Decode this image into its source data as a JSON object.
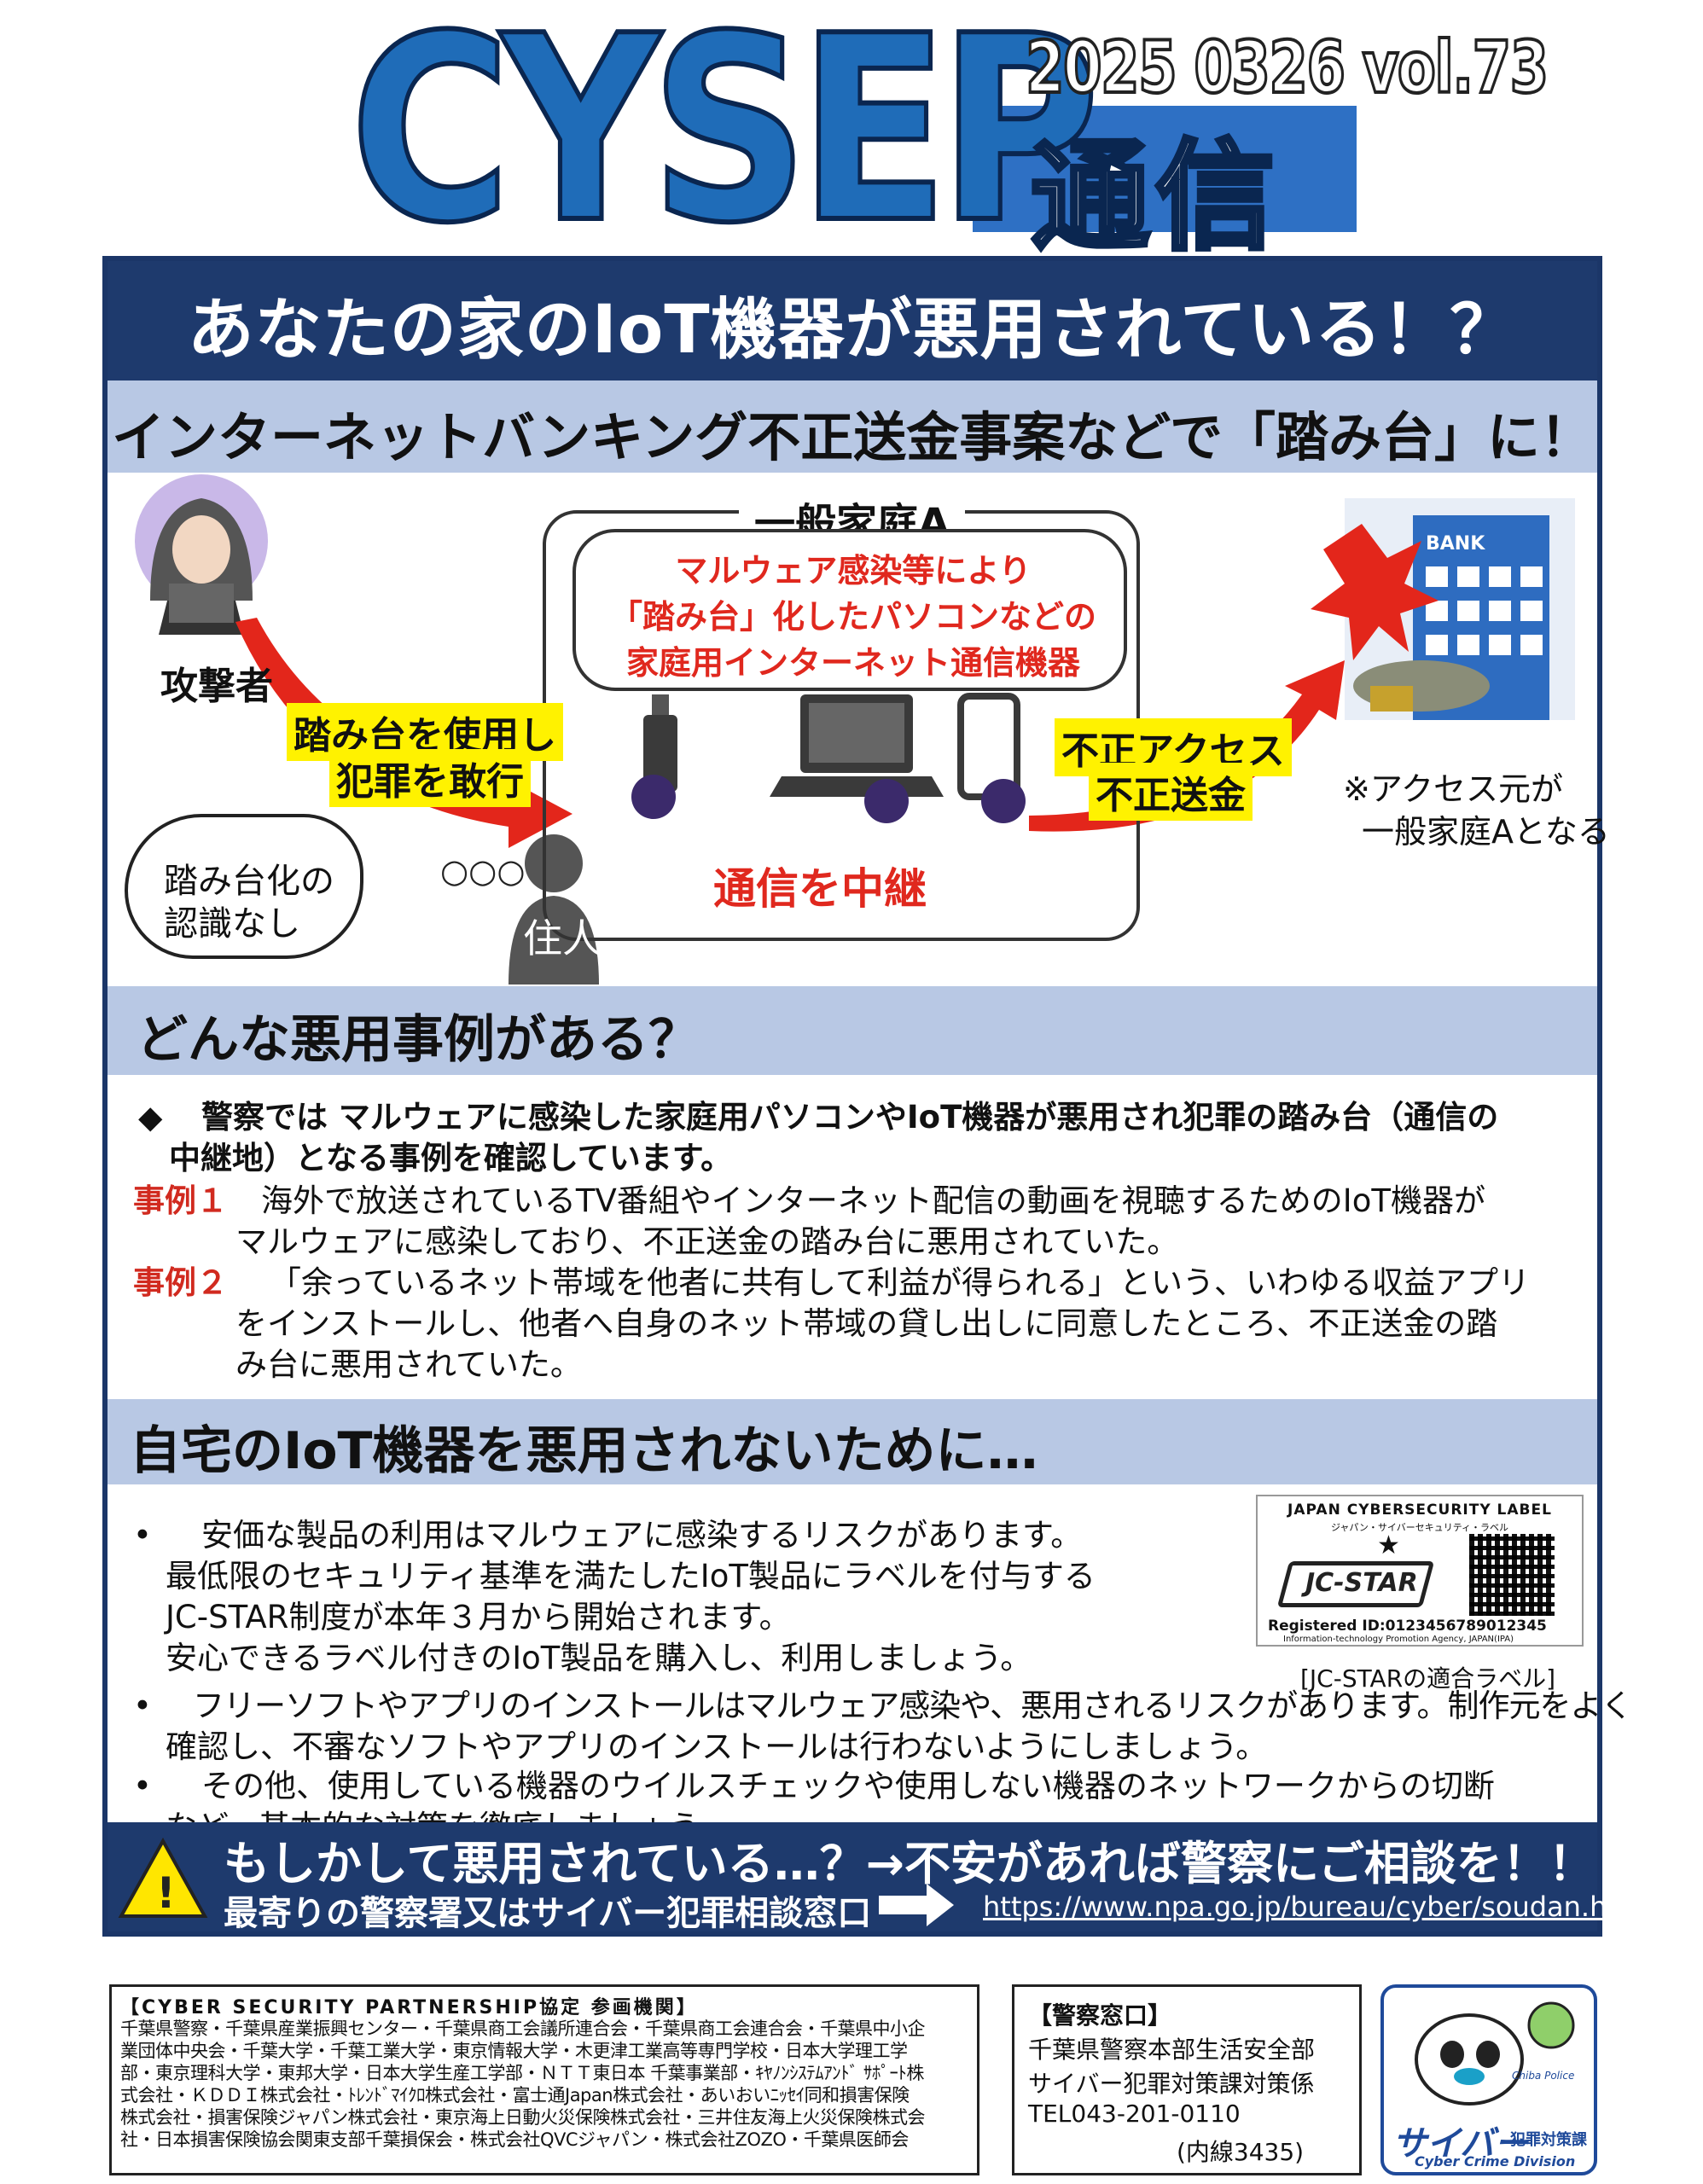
{
  "header": {
    "logo": "CYSEP",
    "issue": "2025 0326 vol.73",
    "tsushin": "通信"
  },
  "title": {
    "main": "あなたの家のIoT機器が悪用されている！？",
    "sub": "インターネットバンキング不正送金事案などで「踏み台」に！"
  },
  "diagram": {
    "home_label": "一般家庭A",
    "speech_lines": [
      "マルウェア感染等により",
      "「踏み台」化したパソコンなどの",
      "家庭用インターネット通信機器"
    ],
    "attacker": "攻撃者",
    "attack_1": "踏み台を使用し",
    "attack_2": "犯罪を敢行",
    "relay": "通信を中継",
    "unauth_1": "不正アクセス",
    "unauth_2": "不正送金",
    "bank": "BANK",
    "access_note_1": "※アクセス元が",
    "access_note_2": "一般家庭Aとなる",
    "thought_1": "踏み台化の",
    "thought_2": "認識なし",
    "thought_dots": "○○○",
    "resident": "住人"
  },
  "section2": {
    "title": "どんな悪用事例がある？",
    "bullet": "◆",
    "intro_1": "警察では マルウェアに感染した家庭用パソコンやIoT機器が悪用され犯罪の踏み台（通信の",
    "intro_2": "中継地）となる事例を確認しています。",
    "case1_label": "事例１",
    "case1_1": "海外で放送されているTV番組やインターネット配信の動画を視聴するためのIoT機器が",
    "case1_2": "マルウェアに感染しており、不正送金の踏み台に悪用されていた。",
    "case2_label": "事例２",
    "case2_1": "「余っているネット帯域を他者に共有して利益が得られる」という、いわゆる収益アプリ",
    "case2_2": "をインストールし、他者へ自身のネット帯域の貸し出しに同意したところ、不正送金の踏",
    "case2_3": "み台に悪用されていた。"
  },
  "section3": {
    "title": "自宅のIoT機器を悪用されないために…",
    "bullet": "•",
    "item1": [
      "安価な製品の利用はマルウェアに感染するリスクがあります。",
      "最低限のセキュリティ基準を満たしたIoT製品にラベルを付与する",
      "JC-STAR制度が本年３月から開始されます。",
      "安心できるラベル付きのIoT製品を購入し、利用しましょう。"
    ],
    "item2": [
      "フリーソフトやアプリのインストールはマルウェア感染や、悪用されるリスクがあります。制作元をよく",
      "確認し、不審なソフトやアプリのインストールは行わないようにしましょう。"
    ],
    "item3": [
      "その他、使用している機器のウイルスチェックや使用しない機器のネットワークからの切断",
      "など、基本的な対策を徹底しましょう。"
    ]
  },
  "jc_star": {
    "header": "JAPAN CYBERSECURITY LABEL",
    "header_kana": "ジャパン・サイバーセキュリティ・ラベル",
    "star": "★",
    "logo": "JC-STAR",
    "reg_id": "Registered ID:0123456789012345",
    "issuer": "Information-technology Promotion Agency, JAPAN(IPA)",
    "caption": "[JC-STARの適合ラベル]"
  },
  "consult": {
    "warning": "!",
    "main": "もしかして悪用されている…？→不安があれば警察にご相談を！！",
    "sub": "最寄りの警察署又はサイバー犯罪相談窓口",
    "url": "https://www.npa.go.jp/bureau/cyber/soudan.html"
  },
  "partners": {
    "title": "【CYBER SECURITY PARTNERSHIP協定 参画機関】",
    "lines": [
      "千葉県警察・千葉県産業振興センター・千葉県商工会議所連合会・千葉県商工会連合会・千葉県中小企",
      "業団体中央会・千葉大学・千葉工業大学・東京情報大学・木更津工業高等専門学校・日本大学理工学",
      "部・東京理科大学・東邦大学・日本大学生産工学部・ＮＴＴ東日本 千葉事業部・ｷﾔﾉﾝｼｽﾃﾑｱﾝﾄﾞ ｻﾎﾟｰﾄ株",
      "式会社・ＫＤＤＩ株式会社・ﾄﾚﾝﾄﾞﾏｲｸﾛ株式会社・富士通Japan株式会社・あいおいﾆｯｾｲ同和損害保険",
      "株式会社・損害保険ジャパン株式会社・東京海上日動火災保険株式会社・三井住友海上火災保険株式会",
      "社・日本損害保険協会関東支部千葉損保会・株式会社QVCジャパン・株式会社ZOZO・千葉県医師会"
    ]
  },
  "police": {
    "title": "【警察窓口】",
    "dept": "千葉県警察本部生活安全部",
    "section": "サイバー犯罪対策課対策係",
    "tel": "TEL043-201-0110",
    "ext": "(内線3435)"
  },
  "mascot": {
    "name": "サイバー",
    "sub": "犯罪対策課",
    "en": "Cyber Crime Division",
    "tag": "Chiba Police"
  },
  "colors": {
    "navy": "#1e3a6d",
    "light_blue": "#b8c8e4",
    "logo_blue": "#1f6cb8",
    "red": "#e0281e",
    "yellow": "#fff200"
  }
}
